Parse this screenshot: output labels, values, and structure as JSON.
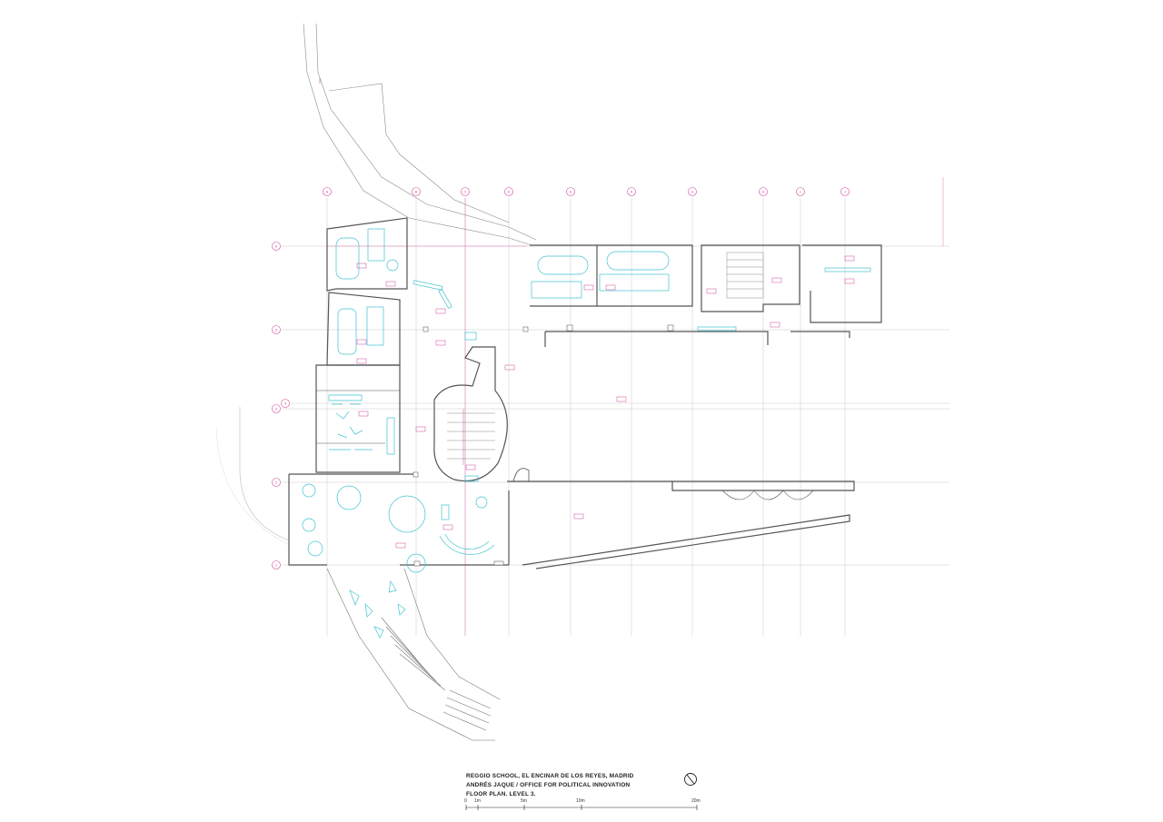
{
  "title_block": {
    "line1": "REGGIO SCHOOL, EL ENCINAR DE LOS REYES, MADRID",
    "line2": "ANDRÉS JAQUE / OFFICE FOR POLITICAL INNOVATION",
    "line3": "FLOOR PLAN. LEVEL 3."
  },
  "scale_bar": {
    "labels": [
      "0",
      "1m",
      "5m",
      "10m",
      "20m"
    ]
  },
  "grid_columns": [
    "A",
    "B",
    "C",
    "D",
    "E",
    "F",
    "G",
    "H",
    "I",
    "J"
  ],
  "grid_rows": [
    "6",
    "5",
    "4",
    "3",
    "2",
    "1"
  ],
  "colors": {
    "walls": "#555555",
    "furniture": "#3fc4d0",
    "annotations": "#d0459b",
    "grid": "#bbbbbb"
  },
  "icons": {
    "north_arrow": "north-arrow-icon"
  }
}
